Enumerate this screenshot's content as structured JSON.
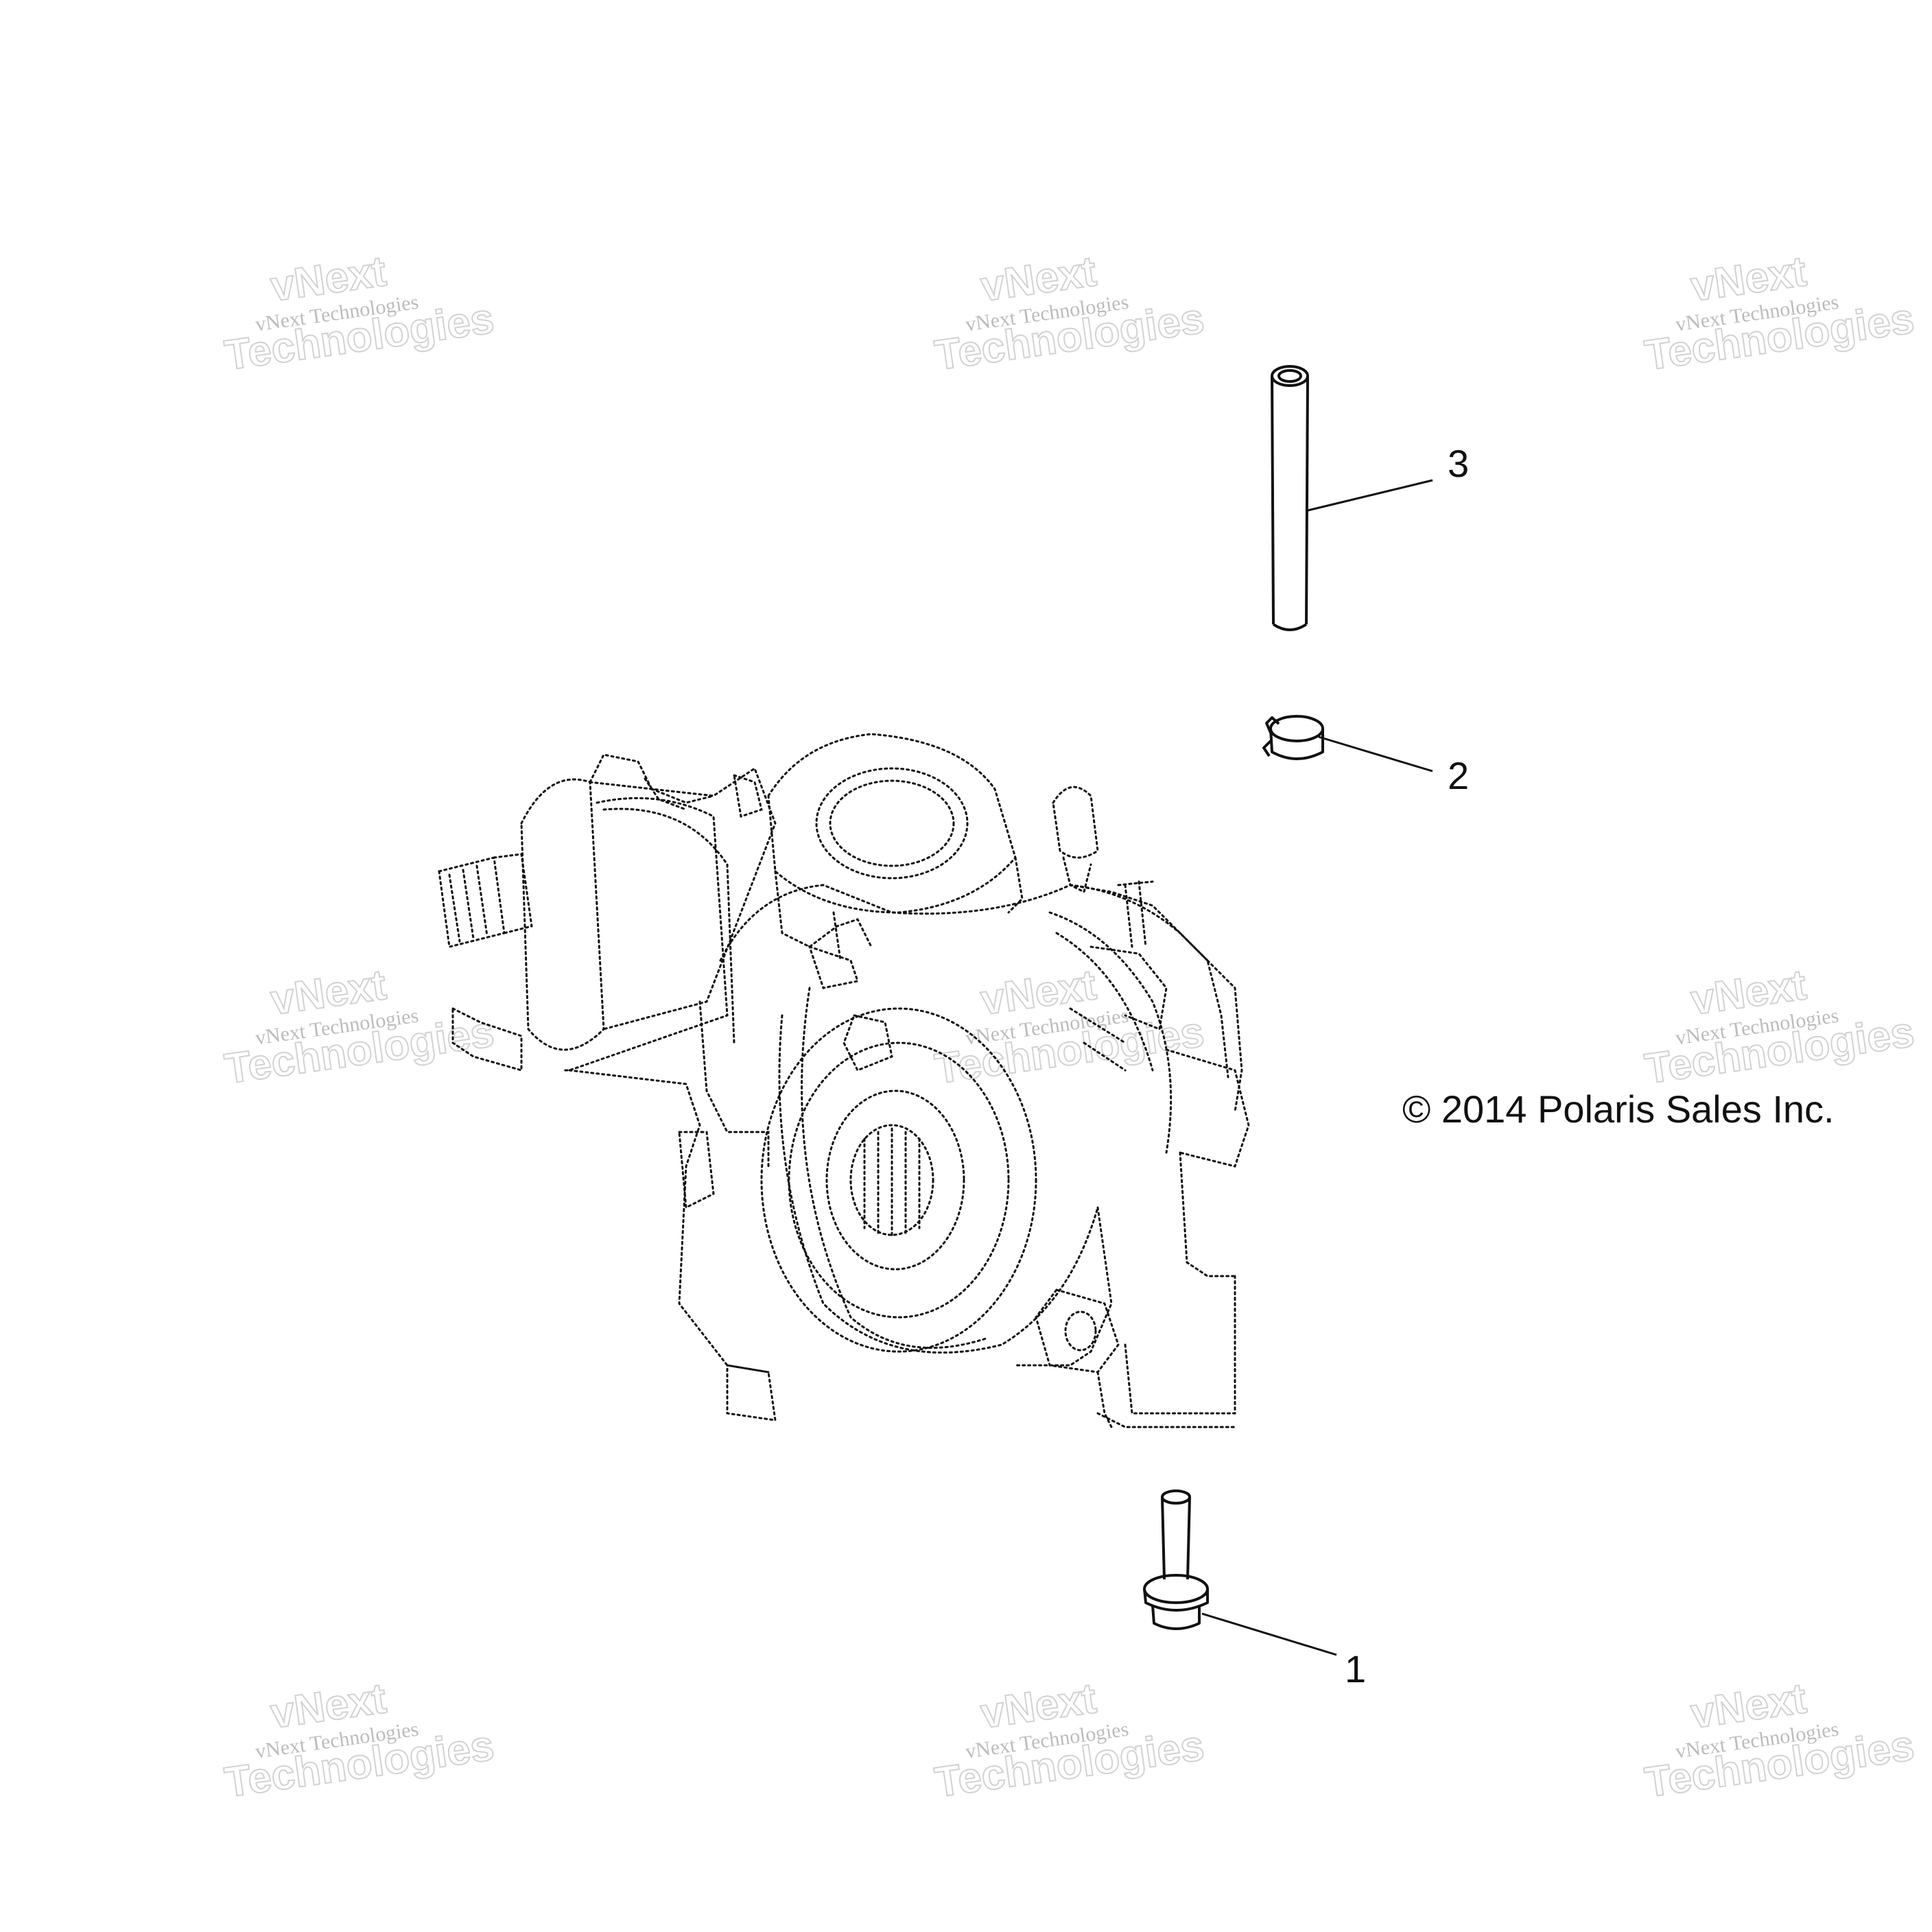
{
  "watermark": {
    "line_small": "vNext Technologies",
    "line_top": "vNext",
    "line_bottom": "Technologies"
  },
  "callouts": {
    "part_1": "1",
    "part_2": "2",
    "part_3": "3"
  },
  "copyright": "© 2014 Polaris Sales Inc.",
  "colors": {
    "ink": "#111111",
    "watermark": "#bcbcbc"
  }
}
